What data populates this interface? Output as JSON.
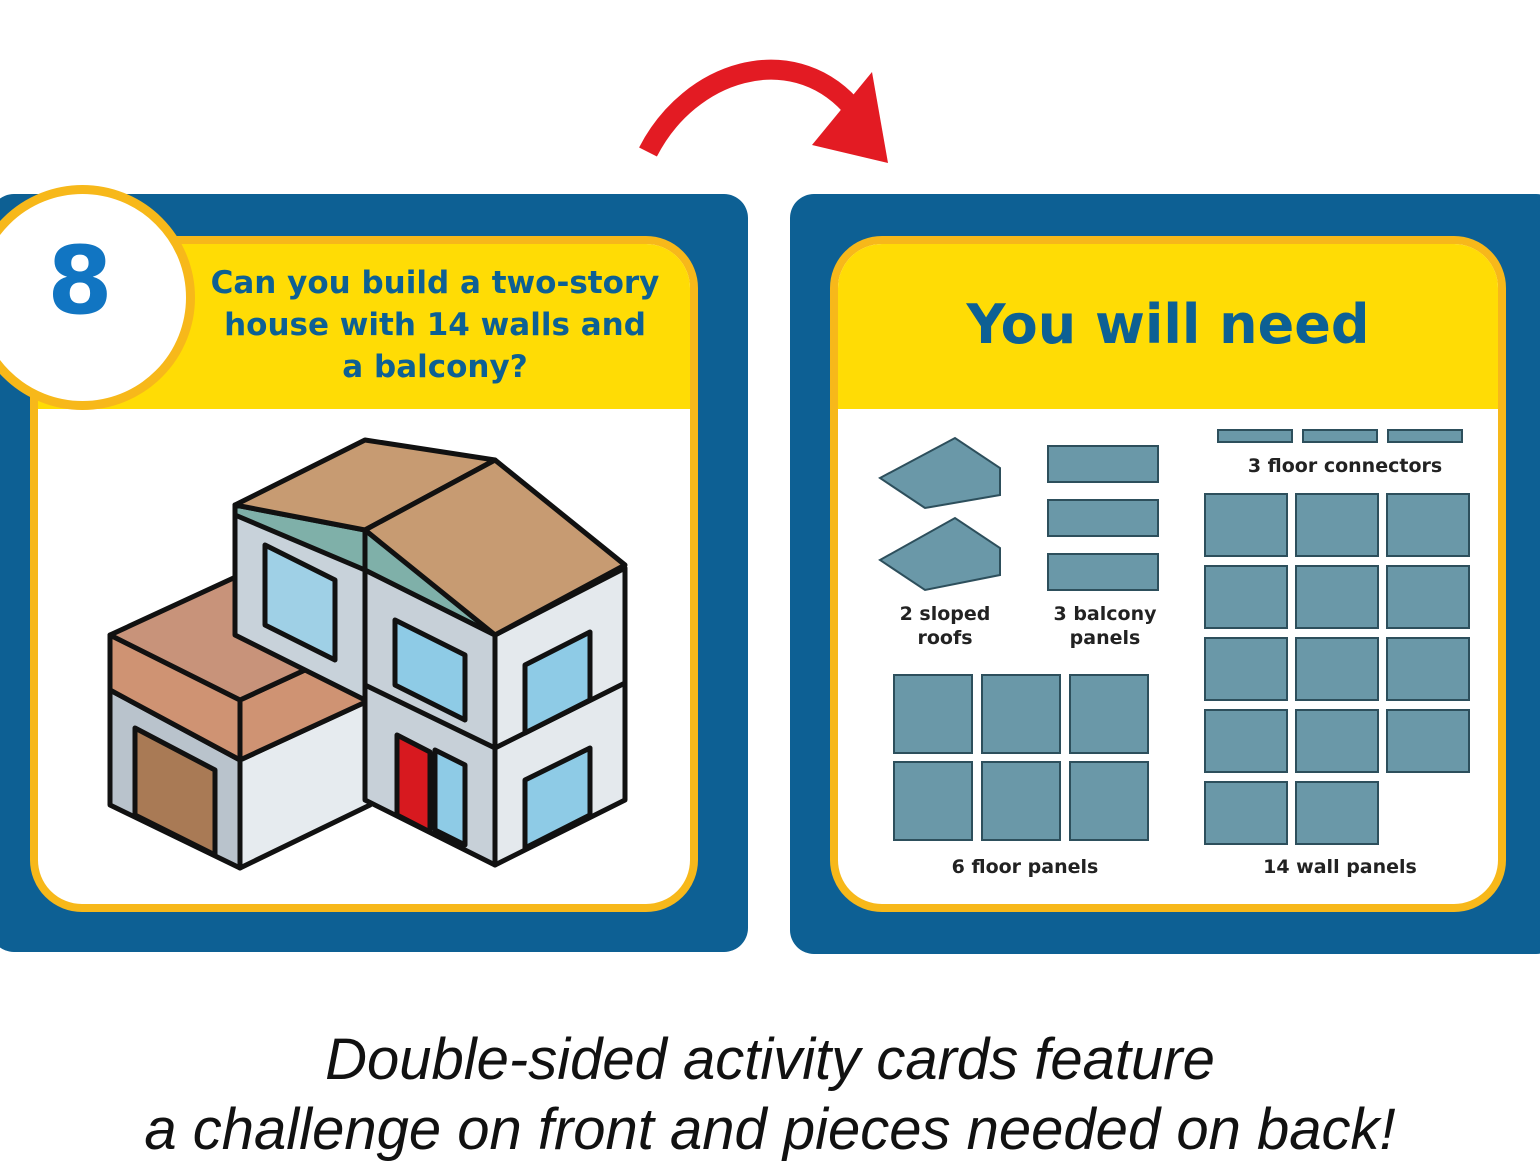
{
  "front_card": {
    "number": "8",
    "challenge_lines": [
      "Can you build a two-story",
      "house with 14 walls and",
      "a balcony?"
    ]
  },
  "back_card": {
    "title": "You will need",
    "pieces": {
      "sloped_roofs": [
        "2 sloped",
        "roofs"
      ],
      "balcony_panels": [
        "3 balcony",
        "panels"
      ],
      "floor_connectors": "3 floor connectors",
      "floor_panels": "6 floor panels",
      "wall_panels": "14 wall panels"
    }
  },
  "caption": {
    "line1": "Double-sided activity cards feature",
    "line2": "a challenge on front and pieces needed on back!"
  },
  "colors": {
    "card_blue": "#0d6094",
    "yellow": "#ffdc05",
    "orange_border": "#f7b81a",
    "piece_teal": "#6a98a8",
    "arrow_red": "#e31b23"
  }
}
